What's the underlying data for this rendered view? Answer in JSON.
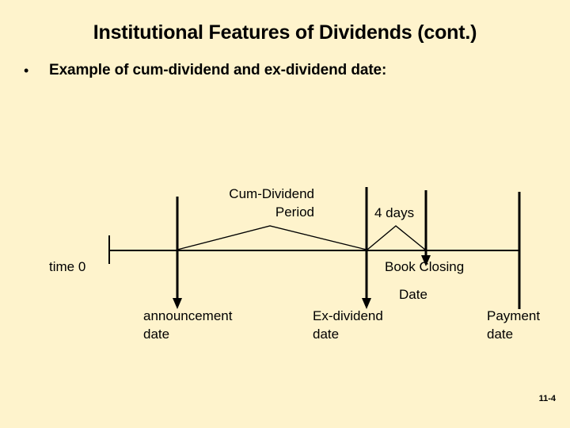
{
  "slide": {
    "title": "Institutional Features of Dividends (cont.)",
    "background_color": "#FEF3CC",
    "ink_color": "#000000",
    "page_number": "11-4"
  },
  "bullet": {
    "marker": "•",
    "text": "Example of cum-dividend and ex-dividend date:"
  },
  "diagram": {
    "type": "timeline",
    "labels": {
      "time_zero": "time 0",
      "cum_dividend_period_line1": "Cum-Dividend",
      "cum_dividend_period_line2": "Period",
      "four_days": "4 days",
      "book_closing_line1": "Book Closing",
      "book_closing_line2": "Date",
      "announcement_line1": "announcement",
      "announcement_line2": "date",
      "ex_dividend_line1": "Ex-dividend",
      "ex_dividend_line2": "date",
      "payment_line1": "Payment",
      "payment_line2": "date"
    }
  }
}
